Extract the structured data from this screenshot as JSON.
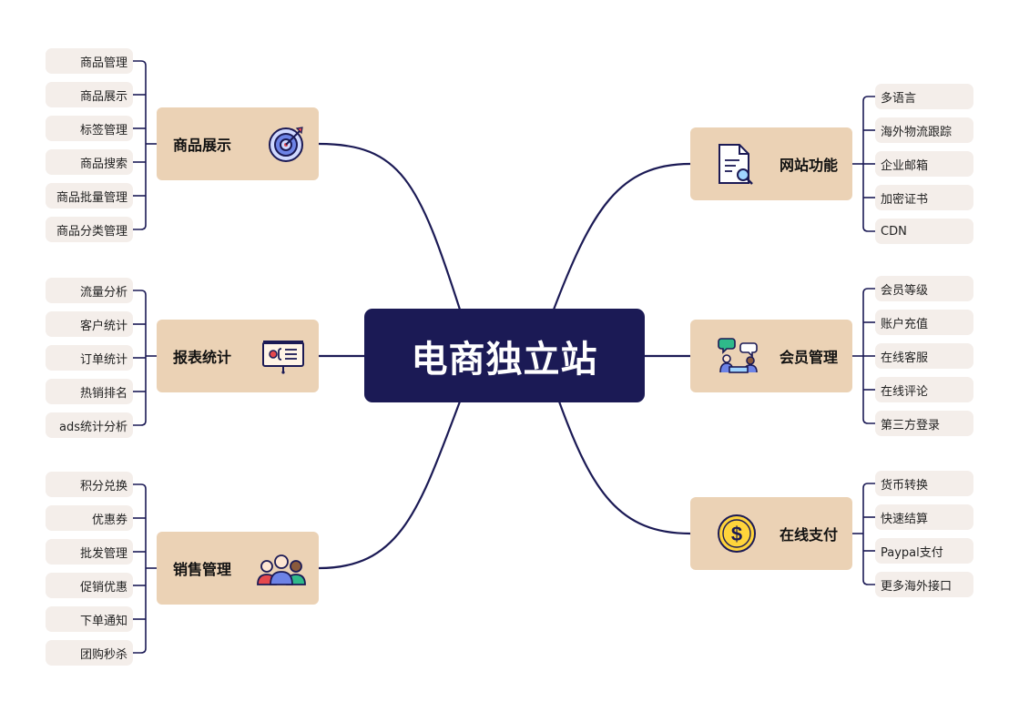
{
  "center": {
    "title": "电商独立站"
  },
  "left": [
    {
      "id": "product-display",
      "label": "商品展示",
      "icon": "target-icon",
      "items": [
        "商品管理",
        "商品展示",
        "标签管理",
        "商品搜索",
        "商品批量管理",
        "商品分类管理"
      ]
    },
    {
      "id": "reports",
      "label": "报表统计",
      "icon": "presentation-board-icon",
      "items": [
        "流量分析",
        "客户统计",
        "订单统计",
        "热销排名",
        "ads统计分析"
      ]
    },
    {
      "id": "sales",
      "label": "销售管理",
      "icon": "team-people-icon",
      "items": [
        "积分兑换",
        "优惠券",
        "批发管理",
        "促销优惠",
        "下单通知",
        "团购秒杀"
      ]
    }
  ],
  "right": [
    {
      "id": "site-features",
      "label": "网站功能",
      "icon": "document-search-icon",
      "items": [
        "多语言",
        "海外物流跟踪",
        "企业邮箱",
        "加密证书",
        "CDN"
      ]
    },
    {
      "id": "members",
      "label": "会员管理",
      "icon": "chat-meeting-icon",
      "items": [
        "会员等级",
        "账户充值",
        "在线客服",
        "在线评论",
        "第三方登录"
      ]
    },
    {
      "id": "payment",
      "label": "在线支付",
      "icon": "dollar-coin-icon",
      "items": [
        "货币转换",
        "快速结算",
        "Paypal支付",
        "更多海外接口"
      ]
    }
  ],
  "colors": {
    "center_bg": "#1b1a55",
    "branch_bg": "#ebd2b5",
    "leaf_bg": "#f4eeea",
    "line": "#1b1a55"
  }
}
